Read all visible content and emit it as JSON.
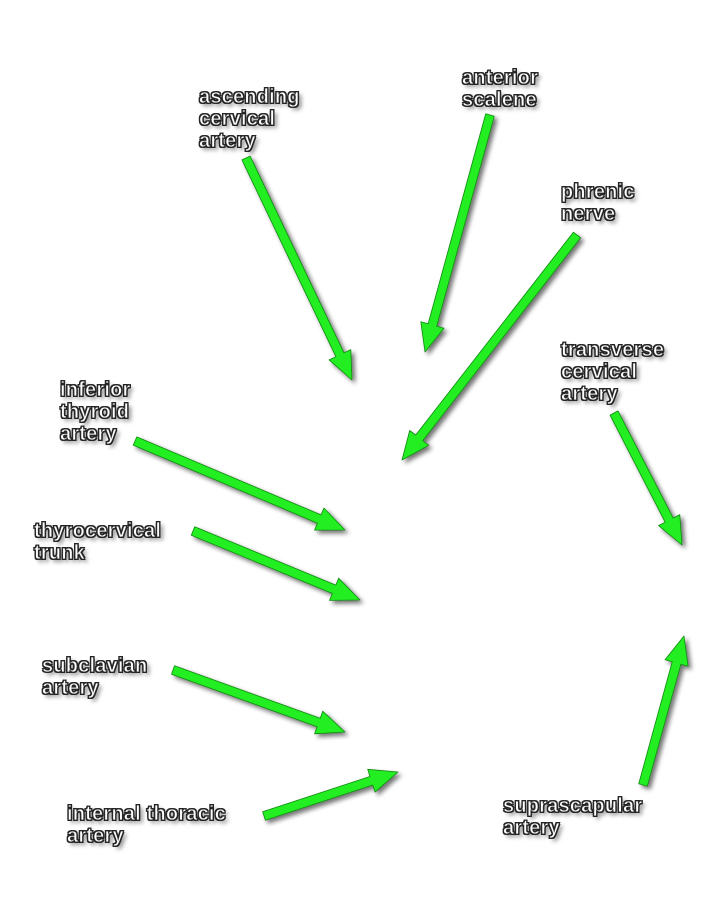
{
  "diagram": {
    "arrow_color": "#22ee22",
    "labels": {
      "ascending_cervical_artery": [
        "ascending",
        "cervical",
        "artery"
      ],
      "anterior_scalene": [
        "anterior",
        "scalene"
      ],
      "phrenic_nerve": [
        "phrenic",
        "nerve"
      ],
      "transverse_cervical_artery": [
        "transverse",
        "cervical",
        "artery"
      ],
      "inferior_thyroid_artery": [
        "inferior",
        "thyroid",
        "artery"
      ],
      "thyrocervical_trunk": [
        "thyrocervical",
        "trunk"
      ],
      "subclavian_artery": [
        "subclavian",
        "artery"
      ],
      "internal_thoracic_artery": [
        "internal thoracic",
        "artery"
      ],
      "suprascapular_artery": [
        "suprascapular",
        "artery"
      ]
    }
  }
}
